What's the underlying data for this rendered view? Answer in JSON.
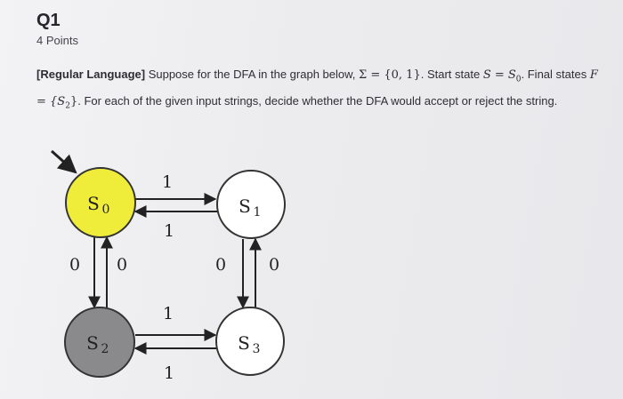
{
  "question": {
    "title": "Q1",
    "points": "4 Points",
    "tag": "[Regular Language]",
    "intro": " Suppose for the DFA in the graph below, ",
    "sigma_expr": "Σ = {0, 1}",
    "start_label": ". Start state ",
    "start_expr": "S = S",
    "start_sub": "0",
    "final_label": ". Final states ",
    "final_expr_pre": "F = {S",
    "final_sub": "2",
    "final_expr_post": "}",
    "instructions": ". For each of the given input strings, decide whether the DFA would accept or reject the string."
  },
  "diagram": {
    "states": [
      {
        "id": "S0",
        "label": "S",
        "sub": "0",
        "fill": "#f0ec3a",
        "start": true
      },
      {
        "id": "S1",
        "label": "S",
        "sub": "1",
        "fill": "#ffffff"
      },
      {
        "id": "S2",
        "label": "S",
        "sub": "2",
        "fill": "#8a8a8c",
        "final": true
      },
      {
        "id": "S3",
        "label": "S",
        "sub": "3",
        "fill": "#ffffff"
      }
    ],
    "transitions": [
      {
        "from": "S0",
        "to": "S1",
        "symbol": "1"
      },
      {
        "from": "S1",
        "to": "S0",
        "symbol": "1"
      },
      {
        "from": "S0",
        "to": "S2",
        "symbol": "0"
      },
      {
        "from": "S2",
        "to": "S0",
        "symbol": "0"
      },
      {
        "from": "S1",
        "to": "S3",
        "symbol": "0"
      },
      {
        "from": "S3",
        "to": "S1",
        "symbol": "0"
      },
      {
        "from": "S2",
        "to": "S3",
        "symbol": "1"
      },
      {
        "from": "S3",
        "to": "S2",
        "symbol": "1"
      }
    ]
  }
}
